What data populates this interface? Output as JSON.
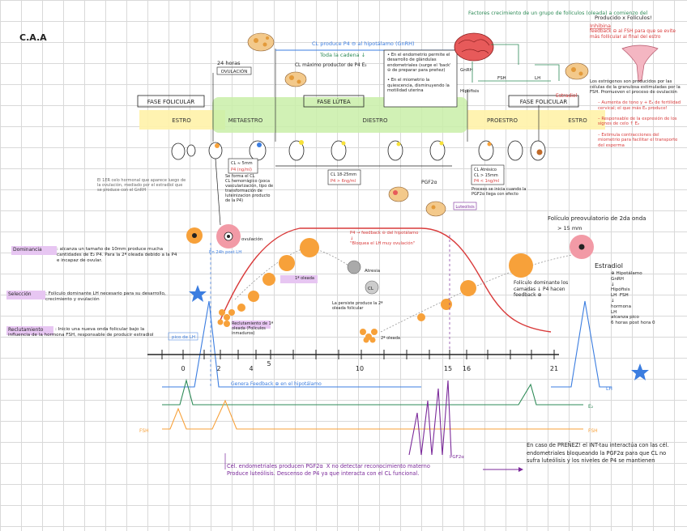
{
  "title": "C.A.A",
  "top": {
    "cl_produce": "CL produce P4 ⊖ al hipotálamo (GnRH)",
    "toda_fase": "Toda la cadena ↓",
    "horas_24": "24 horas",
    "ovulacion_tag": "OVULACIÓN",
    "cl_maximo": "CL máximo productor de P4 E₂",
    "endometrio_box": "• En el endometrio permite el desarrollo de glándulas endometriales (surge el 'back' ⊖ de preparar para preñez)\n\n• En el miometrio la quiescencia, disminuyendo la motilidad uterina",
    "factores": "Factores crecimiento de un grupo de folículos (oleada) a comienzo del",
    "gnrh": "GnRH",
    "fsh": "FSH",
    "lh": "LH",
    "hipofisis": "Hipófisis",
    "producido_folicular": "Producido x Folículos!",
    "inhibina": "Inhibina",
    "inhibina_rest": "feedback ⊖ al FSH para que se evite más follicular al final del estro",
    "estradiol_side": "Estradiol",
    "ovario_text": "Los estrógenos son producidos por las células de la granulosa estimuladas por la FSH. Promueven el proceso de ovulación",
    "side_red": "– Aumenta de tono y + E₂ de fertilidad cervical; el que más E₂ produce!\n\n– Responsable de la expresión de los signos de celo ↑ E₂\n\n– Estimula contracciones del miometrio para facilitar el transporte del esperma"
  },
  "phases": {
    "fase_folicular_1": "FASE FOLICULAR",
    "fase_lutea": "FASE LÚTEA",
    "fase_folicular_2": "FASE FOLICULAR",
    "estro_1": "ESTRO",
    "metaestro": "METAESTRO",
    "diestro": "DIESTRO",
    "proestro": "PROESTRO",
    "estro_2": "ESTRO"
  },
  "cl_boxes": {
    "box1_l1": "CL ≈ 5mm",
    "box1_l2": "P4 (ng/ml)",
    "box2_l1": "CL 18-25mm",
    "box2_l2": "P4 > 6ng/ml",
    "box3_l1": "CL Atrésico",
    "box3_l2": "CL > 15mm",
    "box3_l3": "P4 < 1ng/ml"
  },
  "notes": {
    "metaestro_note": "Se forma el CL\nCL hemorrágico (poca vascularización, tipo de transformación de luteinizacion producto de la P4)",
    "gray_note": "El 1ER celo hormonal que aparece luego de la ovulación, mediado por el estradiol que se produce con el GnRH",
    "pgf2a": "PGF2α",
    "luteolisis_tag": "Luteolisis",
    "pgf_note": "Proceso se inicia cuando la PGF2α llega con efecto",
    "p4_feedback": "P4 → feedback ⊖ del hipotálamo\n↓\n\"Bloquea el LH muy ovulación\"",
    "atresia": "Atresia",
    "cl_circle": "CL",
    "la_persiste": "La persiste produce la 2ª oleada folicular",
    "oleada_1": "1ª oleada",
    "oleada_2": "2ª oleada",
    "dominancia_tag": "Dominancia",
    "seleccion_tag": "Selección",
    "reclutamiento_tag": "Reclutamiento",
    "folic_reclut": "Reclutamiento de 1ª oleada (Folículos inmaduros)",
    "ovulacion_lbl": "ovulación",
    "lh_24h": "En 24h post LH",
    "pico_lh": "pico de LH",
    "dominancia_text": ": alcanza un tamaño de 10mm produce mucha cantidades de E₂ P4. Para la 2ª oleada debido a la P4 e incapaz de ovular.",
    "seleccion_text": ": Folículo dominante LH necesario para su desarrollo, crecimiento y ovulación",
    "reclutamiento_text": ": Inicio una nueva onda folicular bajo la influencia de la hormona FSH, responsable de producir estradiol",
    "foliculo_pre_1": "Folículo preovulatorio de 2da onda",
    "foliculo_pre_2": "> 15 mm",
    "dominante_note": "Folículo dominante los camadas ↓ P4 hacen feedback ⊕",
    "estradiol_right": "Estradiol",
    "estradiol_chain": "⊕ Hipotálamo\nGnRH\n↓\nHipófisis\nLH  FSH\n↓\nhormona\nLH\nalcanza pico\n6 horas post hora 0",
    "genera_feedback": "Genera Feedback ⊕ en el hipotálamo",
    "celulas_endo": "Cél. endometriales producen PGF2α  X no detectar reconocimiento materno\nProduce luteólisis. Descenso de P4 ya que interacta con el CL funcional.",
    "prenez": "En caso de PREÑEZ! el INT-tau interactúa con las cél. endometriales bloqueando la PGF2α para que CL no sufra luteólisis y los niveles de P4 se mantienen",
    "lh_axis": "LH",
    "e2_axis": "E₂",
    "fsh_axis": "FSH",
    "fsh_right": "FSH",
    "pgf2a_axis": "PGF2α"
  },
  "axis": {
    "ticks": [
      "0",
      "2",
      "4",
      "5",
      "10",
      "15",
      "16",
      "21"
    ]
  },
  "colors": {
    "orange": "#f7a13a",
    "red": "#d93b3b",
    "blue": "#3b7de0",
    "green": "#2e8b57",
    "purple": "#7b2a9a",
    "pink": "#f29aa6",
    "highlight_green": "#c9eea8",
    "highlight_yellow": "#fff2a8",
    "lavender": "#e7c6f2"
  }
}
